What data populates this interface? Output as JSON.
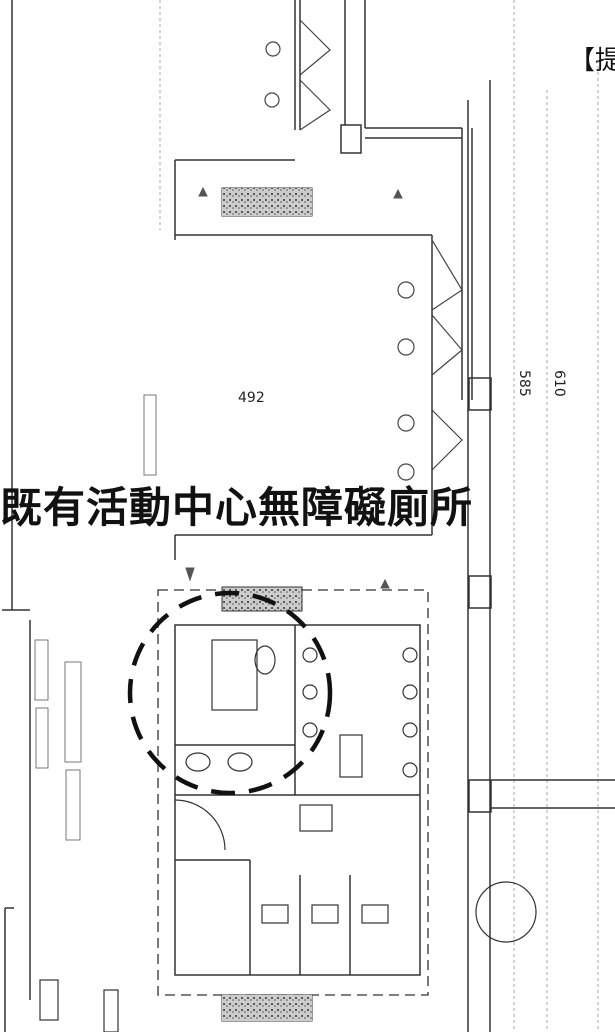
{
  "header": {
    "title": "【提"
  },
  "caption": {
    "text": "既有活動中心無障礙廁所"
  },
  "dimensions": {
    "top": "492",
    "right_a": "585",
    "right_b": "610"
  },
  "colors": {
    "ink": "#222222",
    "faint": "#999999",
    "highlight": "#111111"
  }
}
